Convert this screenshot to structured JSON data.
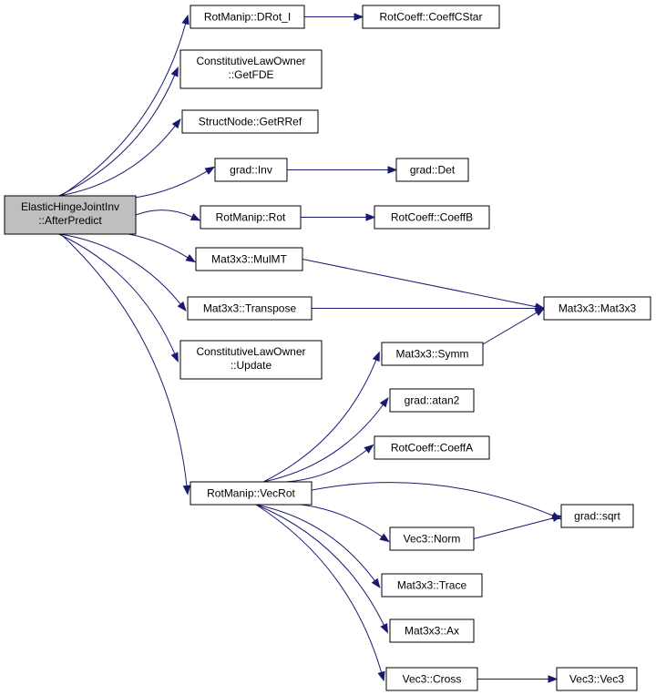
{
  "colors": {
    "edge": "#191970",
    "root_fill": "#bfbfbf",
    "node_fill": "#ffffff",
    "node_border": "#000000"
  },
  "nodes": {
    "root": {
      "lines": [
        "ElasticHingeJointInv",
        "::AfterPredict"
      ]
    },
    "drot_i": {
      "lines": [
        "RotManip::DRot_I"
      ]
    },
    "coeffcstar": {
      "lines": [
        "RotCoeff::CoeffCStar"
      ]
    },
    "getfde": {
      "lines": [
        "ConstitutiveLawOwner",
        "::GetFDE"
      ]
    },
    "getrref": {
      "lines": [
        "StructNode::GetRRef"
      ]
    },
    "inv": {
      "lines": [
        "grad::Inv"
      ]
    },
    "det": {
      "lines": [
        "grad::Det"
      ]
    },
    "rot": {
      "lines": [
        "RotManip::Rot"
      ]
    },
    "coeffb": {
      "lines": [
        "RotCoeff::CoeffB"
      ]
    },
    "mulmt": {
      "lines": [
        "Mat3x3::MulMT"
      ]
    },
    "mat3x3": {
      "lines": [
        "Mat3x3::Mat3x3"
      ]
    },
    "transpose": {
      "lines": [
        "Mat3x3::Transpose"
      ]
    },
    "update": {
      "lines": [
        "ConstitutiveLawOwner",
        "::Update"
      ]
    },
    "symm": {
      "lines": [
        "Mat3x3::Symm"
      ]
    },
    "atan2": {
      "lines": [
        "grad::atan2"
      ]
    },
    "coeffa": {
      "lines": [
        "RotCoeff::CoeffA"
      ]
    },
    "vecrot": {
      "lines": [
        "RotManip::VecRot"
      ]
    },
    "sqrt": {
      "lines": [
        "grad::sqrt"
      ]
    },
    "norm": {
      "lines": [
        "Vec3::Norm"
      ]
    },
    "trace": {
      "lines": [
        "Mat3x3::Trace"
      ]
    },
    "ax": {
      "lines": [
        "Mat3x3::Ax"
      ]
    },
    "cross": {
      "lines": [
        "Vec3::Cross"
      ]
    },
    "vec3": {
      "lines": [
        "Vec3::Vec3"
      ]
    }
  },
  "edges": [
    [
      "root",
      "drot_i"
    ],
    [
      "drot_i",
      "coeffcstar"
    ],
    [
      "root",
      "getfde"
    ],
    [
      "root",
      "getrref"
    ],
    [
      "root",
      "inv"
    ],
    [
      "inv",
      "det"
    ],
    [
      "root",
      "rot"
    ],
    [
      "rot",
      "coeffb"
    ],
    [
      "root",
      "mulmt"
    ],
    [
      "mulmt",
      "mat3x3"
    ],
    [
      "root",
      "transpose"
    ],
    [
      "transpose",
      "mat3x3"
    ],
    [
      "root",
      "update"
    ],
    [
      "root",
      "vecrot"
    ],
    [
      "symm",
      "mat3x3"
    ],
    [
      "vecrot",
      "symm"
    ],
    [
      "vecrot",
      "atan2"
    ],
    [
      "vecrot",
      "coeffa"
    ],
    [
      "vecrot",
      "sqrt"
    ],
    [
      "vecrot",
      "norm"
    ],
    [
      "norm",
      "sqrt"
    ],
    [
      "vecrot",
      "trace"
    ],
    [
      "vecrot",
      "ax"
    ],
    [
      "vecrot",
      "cross"
    ],
    [
      "cross",
      "vec3"
    ]
  ]
}
